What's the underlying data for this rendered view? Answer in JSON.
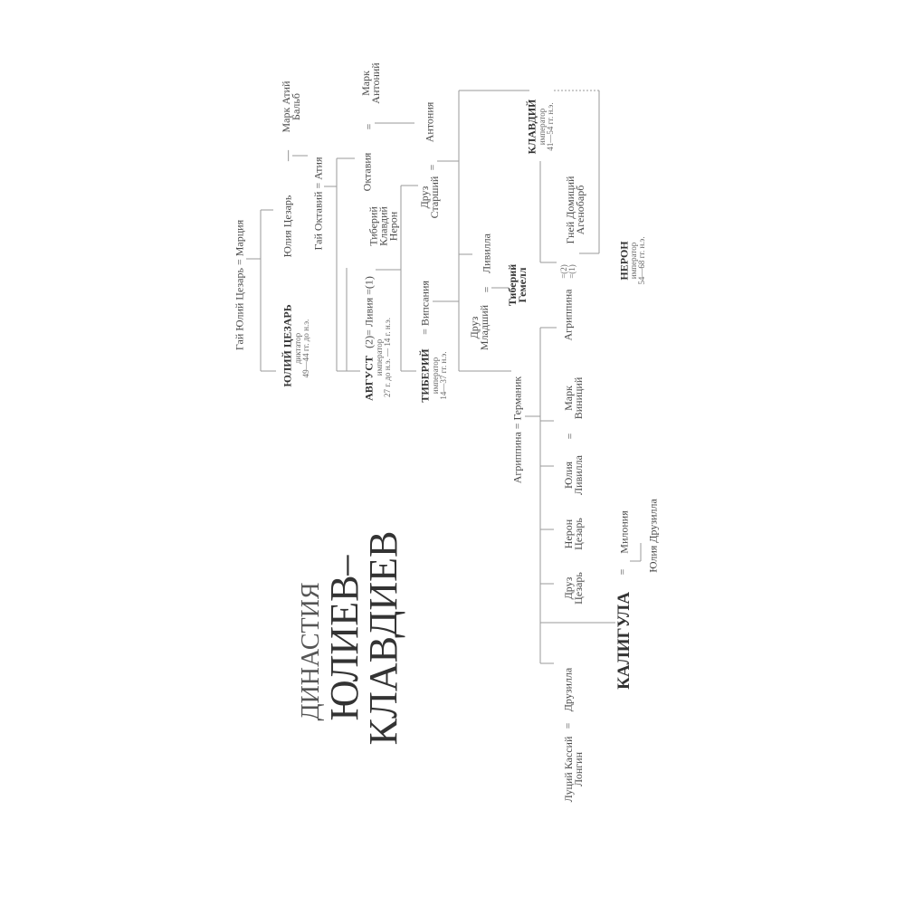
{
  "title": {
    "line1": "ДИНАСТИЯ",
    "line2": "ЮЛИЕВ–",
    "line3": "КЛАВДИЕВ"
  },
  "people": {
    "gaius_julius_caesar_elder": "Гай Юлий Цезарь = Марция",
    "julius_caesar": "ЮЛИЙ ЦЕЗАРЬ",
    "julius_caesar_sub": "диктатор\n49—44 гг. до н.э.",
    "julia": "Юлия Цезарь",
    "julia_eq": "—",
    "atius_balbus": "Марк Атий\nБальб",
    "gaius_octavius": "Гай Октавий = Атия",
    "octavia": "Октавия",
    "octavia_eq": "=",
    "mark_antony": "Марк\nАнтоний",
    "tiberius_claudius_nero": "Тиберий\nКлавдий\nНерон",
    "augustus": "АВГУСТ",
    "augustus_livia": "(2)= Ливия =(1)",
    "augustus_sub": "император\n27 г. до н.э. — 14 г. н.э.",
    "tiberius": "ТИБЕРИЙ",
    "vipsania": "= Випсания",
    "tiberius_sub": "император\n14—37 гг. н.э.",
    "drusus_elder": "Друз\nСтарший",
    "drusus_elder_eq": "=",
    "antonia": "Антония",
    "drusus_younger": "Друз\nМладший",
    "drusus_younger_eq": "=",
    "livilla": "Ливилла",
    "tiberius_gemellus": "Тиберий\nГемелл",
    "germanicus": "Агриппина = Германик",
    "claudius": "КЛАВДИЙ",
    "claudius_sub": "император\n41—54 гг. н.э.",
    "domitius": "Гней Домиций\nАгенобарб",
    "agrippina_younger": "Агриппина",
    "agrippina_marriages": "=(2)\n=(1)",
    "nero": "НЕРОН",
    "nero_sub": "император\n54—68 гг. н.э.",
    "marcus_vinicius": "Марк\nВиниций",
    "julia_livilla_eq": "=",
    "julia_livilla": "Юлия\nЛивилла",
    "nero_caesar": "Нерон\nЦезарь",
    "drusus_caesar": "Друз\nЦезарь",
    "caligula": "КАЛИГУЛА",
    "caligula_eq": "=",
    "milonia": "Милония",
    "julia_drusilla": "Юлия Друзилла",
    "lucius_cassius": "Луций Кассий\nЛонгин",
    "drusilla_eq": "=",
    "drusilla": "Друзилла"
  }
}
